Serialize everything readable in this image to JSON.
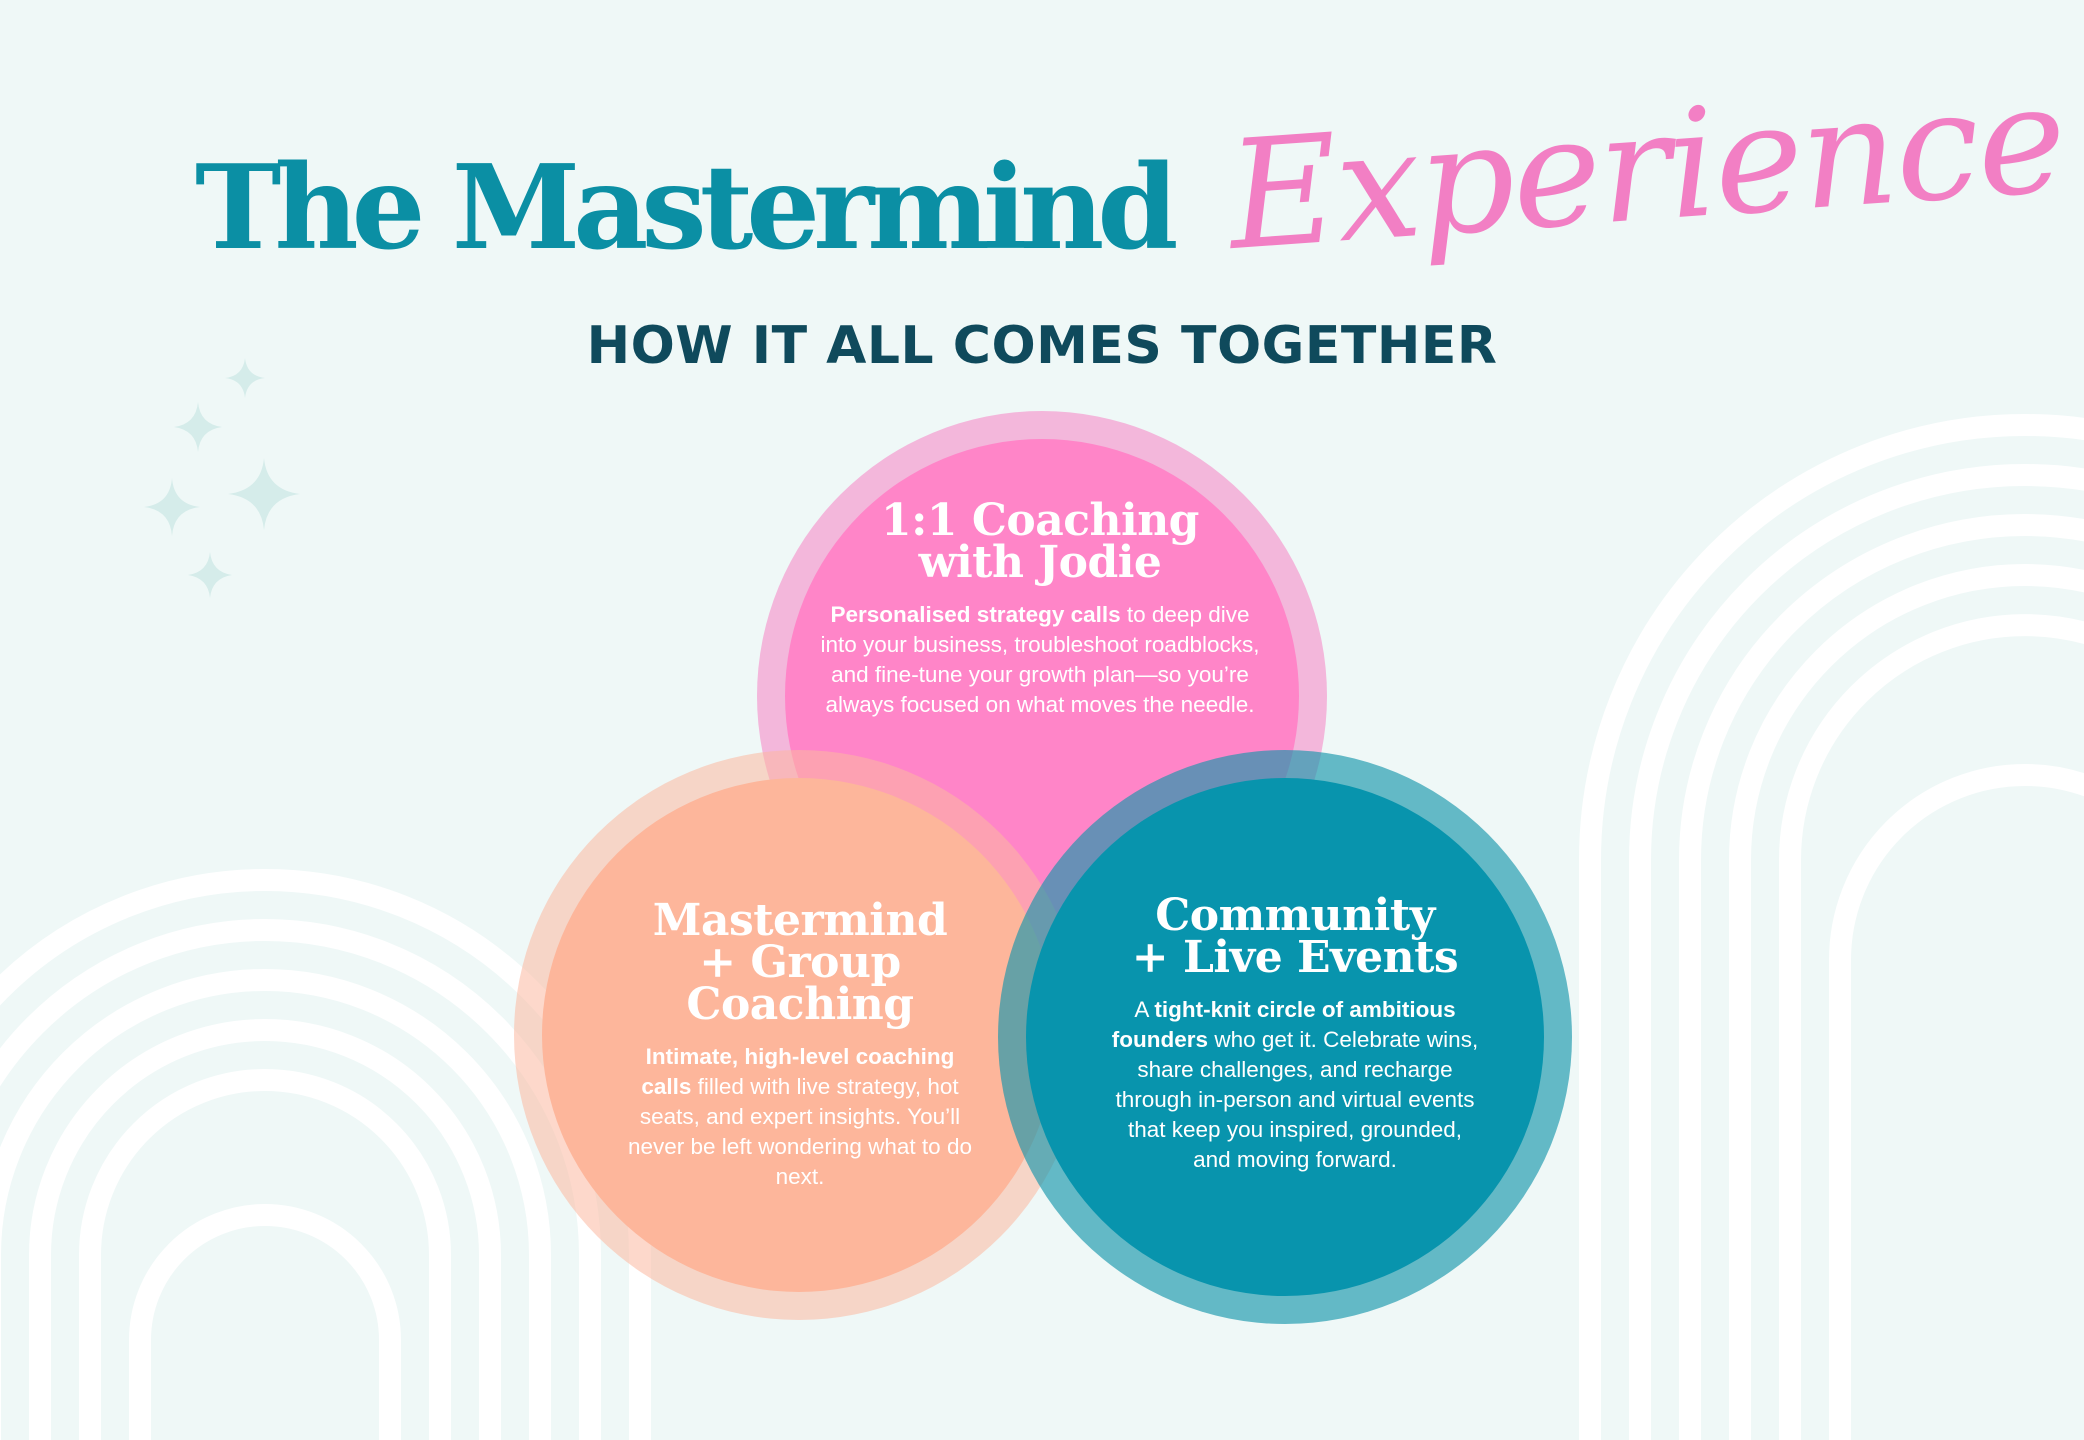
{
  "header": {
    "title_serif": "The Mastermind",
    "title_script": "Experience",
    "subtitle": "HOW IT ALL COMES TOGETHER"
  },
  "colors": {
    "background": "#eff8f7",
    "teal": "#0b8fa4",
    "pink": "#ff85c8",
    "peach": "#fdb69b",
    "navy": "#0f4a5c",
    "accent_script": "#f27fc4"
  },
  "decor": {
    "sparkles": "sparkle-icon",
    "arches": "rainbow-arch"
  },
  "circles": {
    "coaching": {
      "heading_1": "1:1 Coaching",
      "heading_2": "with Jodie",
      "body_bold": "Personalised strategy calls",
      "body_rest": " to deep dive into your business, troubleshoot roadblocks, and fine-tune your growth plan—so you’re always focused on what moves the needle."
    },
    "group": {
      "heading_1": "Mastermind",
      "heading_2": "+ Group",
      "heading_3": "Coaching",
      "body_bold": "Intimate, high-level coaching calls",
      "body_rest": " filled with live strategy, hot seats, and expert insights. You’ll never be left wondering what to do next."
    },
    "community": {
      "heading_1": "Community",
      "heading_2": "+ Live Events",
      "body_lead": "A ",
      "body_bold": "tight-knit circle of ambitious founders",
      "body_rest": " who get it. Celebrate wins, share challenges, and recharge through in-person and virtual events that keep you inspired, grounded, and moving forward."
    }
  }
}
